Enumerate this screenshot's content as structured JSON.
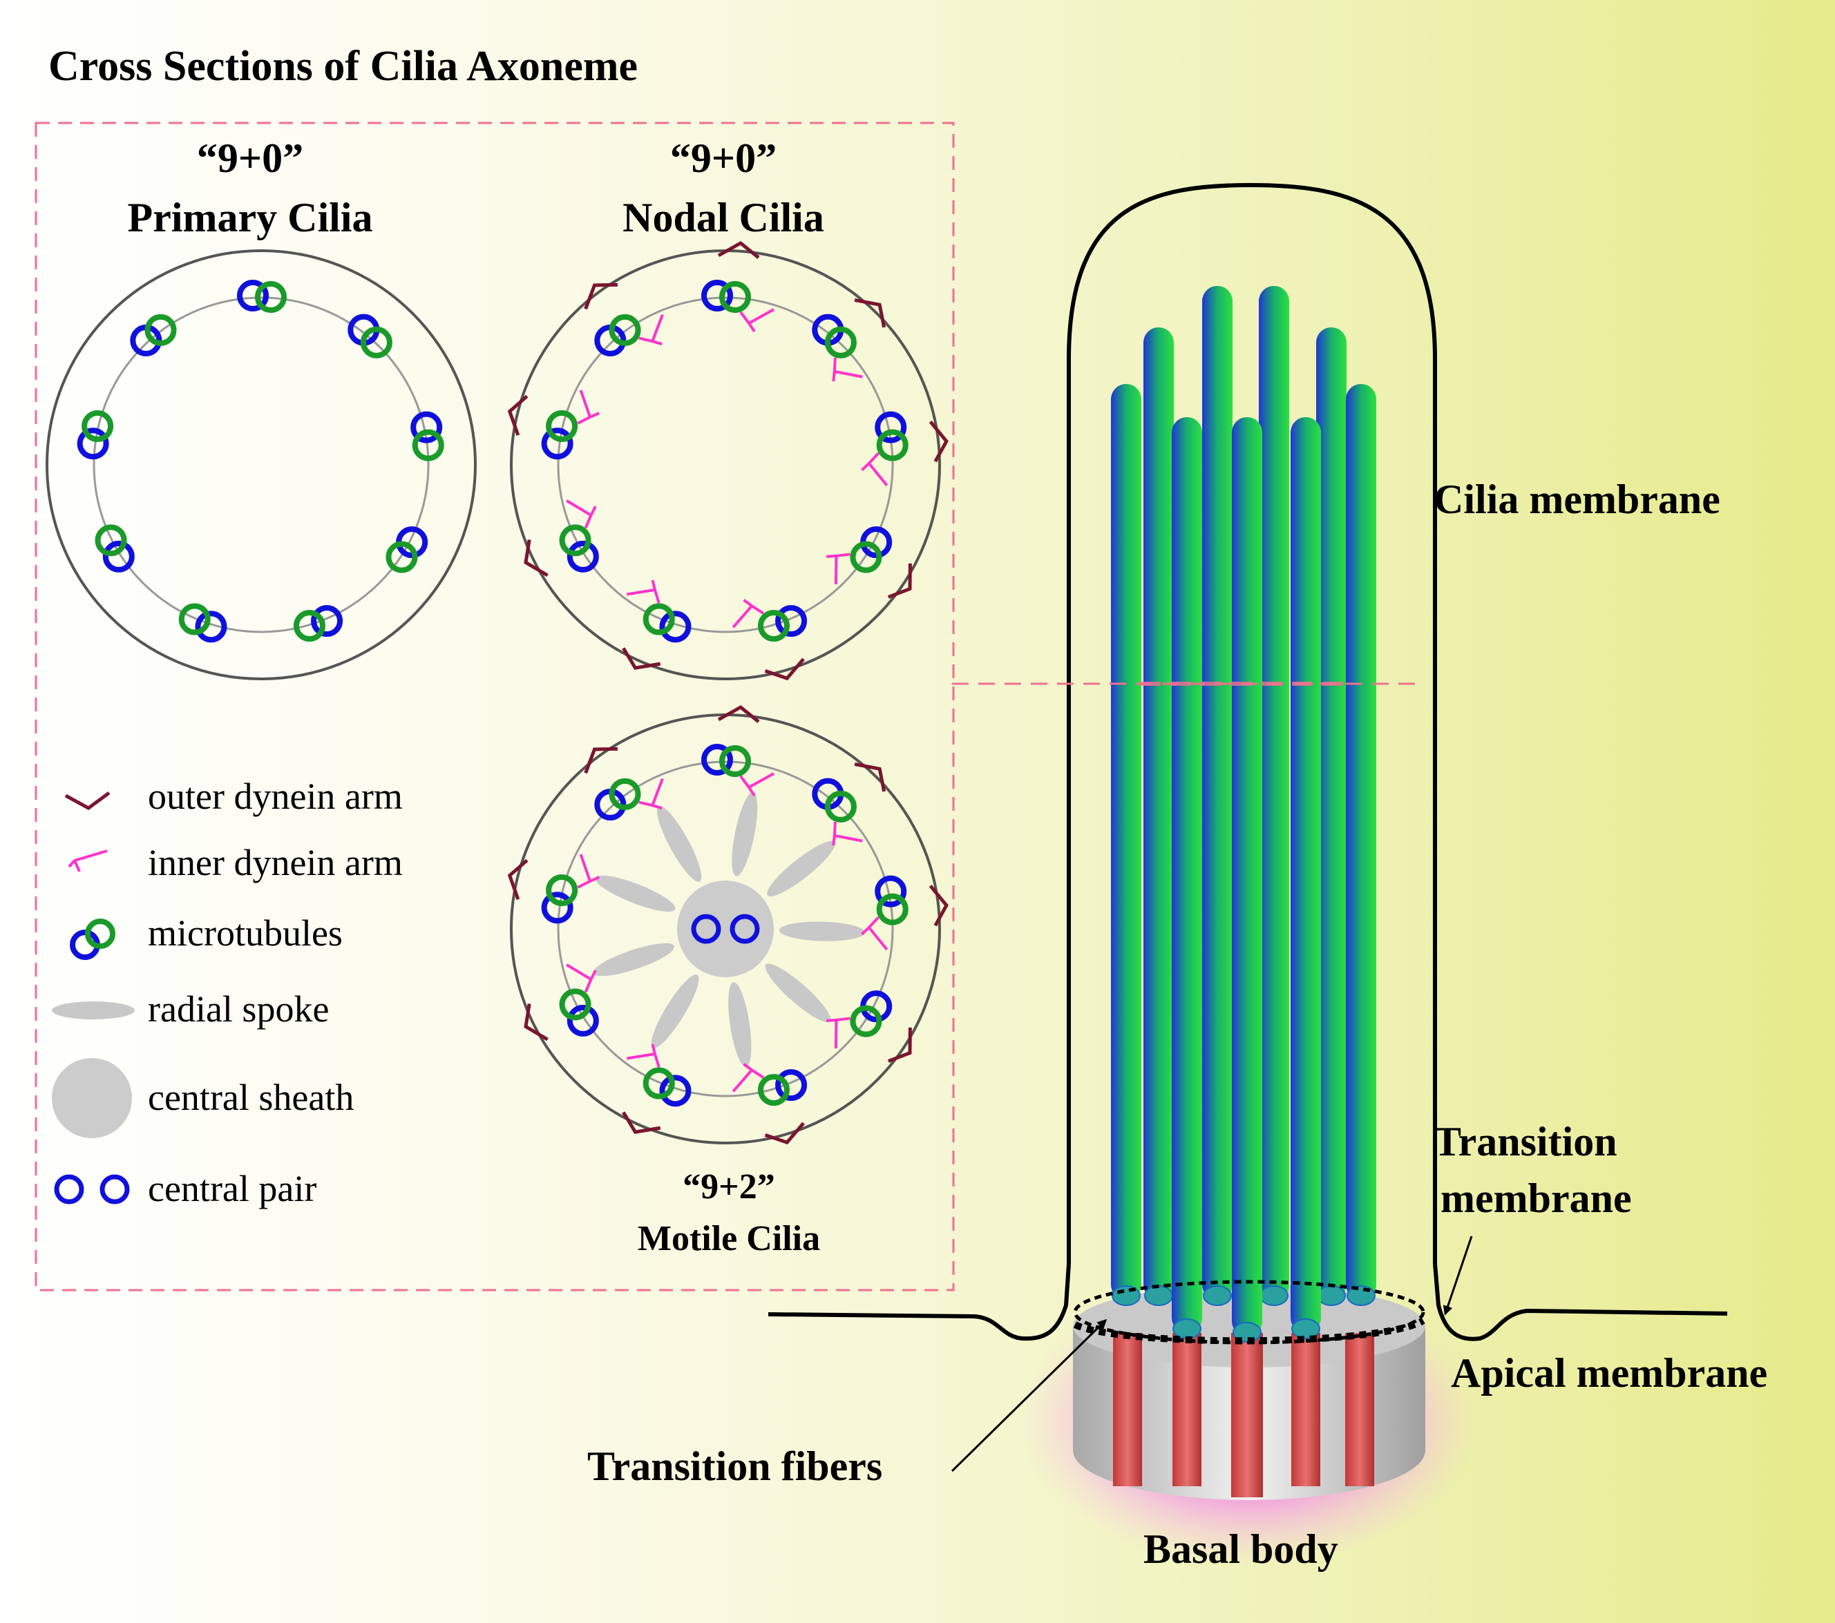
{
  "title": "Cross Sections of Cilia Axoneme",
  "panels": {
    "primary": {
      "formula": "“9+0”",
      "name": "Primary Cilia"
    },
    "nodal": {
      "formula": "“9+0”",
      "name": "Nodal Cilia"
    },
    "motile": {
      "formula": "“9+2”",
      "name": "Motile Cilia"
    }
  },
  "legend": [
    {
      "key": "outer",
      "label": "outer dynein arm",
      "color": "#7a1530"
    },
    {
      "key": "inner",
      "label": "inner dynein arm",
      "color": "#ff33cc"
    },
    {
      "key": "microtubules",
      "label": "microtubules",
      "color": "#1a9a2a"
    },
    {
      "key": "spoke",
      "label": "radial spoke",
      "color": "#c8c8c8"
    },
    {
      "key": "sheath",
      "label": "central sheath",
      "color": "#cccccc"
    },
    {
      "key": "pair",
      "label": "central pair",
      "color": "#1010dd"
    }
  ],
  "labels": {
    "cilia_membrane": "Cilia membrane",
    "transition_membrane_1": "Transition",
    "transition_membrane_2": "membrane",
    "apical_membrane": "Apical membrane",
    "transition_fibers": "Transition fibers",
    "basal_body": "Basal body"
  },
  "colors": {
    "doublet_blue": "#1010dd",
    "doublet_green": "#1a9a2a",
    "dashed_box": "#f07090",
    "basal_glow": "#ee44ee",
    "basal_rods": "#c03a3a"
  }
}
